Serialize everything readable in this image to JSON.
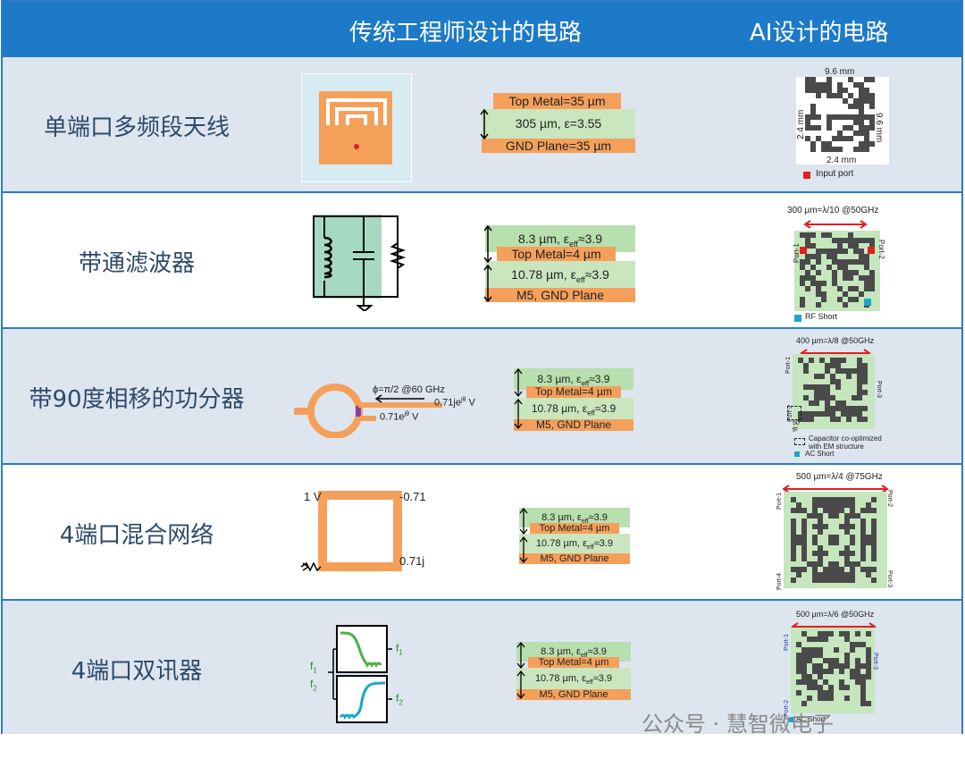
{
  "header": {
    "traditional": "传统工程师设计的电路",
    "ai": "AI设计的电路"
  },
  "rows": [
    {
      "label": "单端口多频段天线",
      "stack": [
        "Top Metal=35 µm",
        "305 µm, ε=3.55",
        "GND Plane=35 µm"
      ],
      "ai": {
        "top": "9.6 mm",
        "right": "9.6 mm",
        "left": "2.4 mm",
        "bottom": "2.4 mm",
        "legend": "Input port"
      }
    },
    {
      "label": "带通滤波器",
      "stack": [
        "8.3 µm, ε",
        "eff",
        "≈3.9",
        "Top Metal=4 µm",
        "10.78 µm, ε",
        "eff",
        "≈3.9",
        "M5, GND Plane"
      ],
      "ai": {
        "scale": "300 µm=λ/10 @50GHz",
        "port1": "Port-1",
        "port2": "Port-2",
        "legend": "RF Short"
      }
    },
    {
      "label": "带90度相移的功分器",
      "circuit": {
        "phase": "ϕ=π/2 @60 GHz",
        "out1": "0.71je",
        "out1_sup": "jθ",
        "out1_unit": " V",
        "out2": "0.71e",
        "out2_sup": "jθ",
        "out2_unit": " V"
      },
      "stack": [
        "8.3 µm, ε",
        "eff",
        "≈3.9",
        "Top Metal=4 µm",
        "10.78 µm, ε",
        "eff",
        "≈3.9",
        "M5, GND Plane"
      ],
      "ai": {
        "scale": "400 µm=λ/8 @50GHz",
        "port1": "Port-1",
        "port2": "Port-2",
        "port3": "Port-3",
        "cap1": "50",
        "cap2": "fF",
        "legend1": "Capacitor co-optimized",
        "legend1b": "with EM structure",
        "legend2": "AC Short"
      }
    },
    {
      "label": "4端口混合网络",
      "circuit": {
        "in": "1 V",
        "out1": "-0.71",
        "out2": "0.71j"
      },
      "stack": [
        "8.3 µm, ε",
        "eff",
        "≈3.9",
        "Top Metal=4 µm",
        "10.78 µm, ε",
        "eff",
        "≈3.9",
        "M5, GND Plane"
      ],
      "ai": {
        "scale": "500 µm=λ/4 @75GHz",
        "port1": "Port-1",
        "port2": "Port-2",
        "port3": "Port-3",
        "port4": "Port-4"
      }
    },
    {
      "label": "4端口双讯器",
      "circuit": {
        "f1": "f",
        "f1_sub": "1",
        "f2": "f",
        "f2_sub": "2"
      },
      "stack": [
        "8.3 µm, ε",
        "eff",
        "≈3.9",
        "Top Metal=4 µm",
        "10.78 µm, ε",
        "eff",
        "≈3.9",
        "M5, GND Plane"
      ],
      "ai": {
        "scale": "500 µm=λ/6 @50GHz",
        "port1": "Port-1",
        "port2": "Port-2",
        "port3": "Port-3",
        "legend": "AC Short"
      }
    }
  ],
  "watermark": "公众号 · 慧智微电子",
  "colors": {
    "header": "#1c7ac8",
    "row_alt": "#dde5ef",
    "metal": "#f5a05a",
    "dielectric": "#c9e6bf",
    "pixel": "#4a4a4a",
    "port_red": "#e02020",
    "short_cyan": "#19a7c9"
  }
}
